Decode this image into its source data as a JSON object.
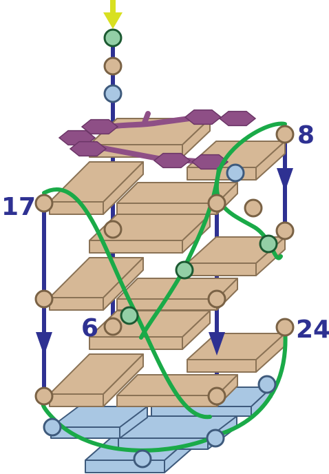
{
  "colors": {
    "backbone": "#2E3192",
    "loop": "#1AAA48",
    "tetrad_face": "#D6B896",
    "tetrad_edge": "#8A7255",
    "flank_face": "#A9C7E3",
    "flank_edge": "#3E5A7C",
    "ligand": "#8E4F86",
    "ligand_edge": "#6B3566",
    "entry_arrow": "#D8E021",
    "node_tan": "#D6B896",
    "node_blue": "#A9C7E3",
    "node_green": "#93CFA6",
    "label": "#2E3192"
  },
  "labels": {
    "residue_8": "8",
    "residue_17": "17",
    "residue_6": "6",
    "residue_24": "24"
  }
}
